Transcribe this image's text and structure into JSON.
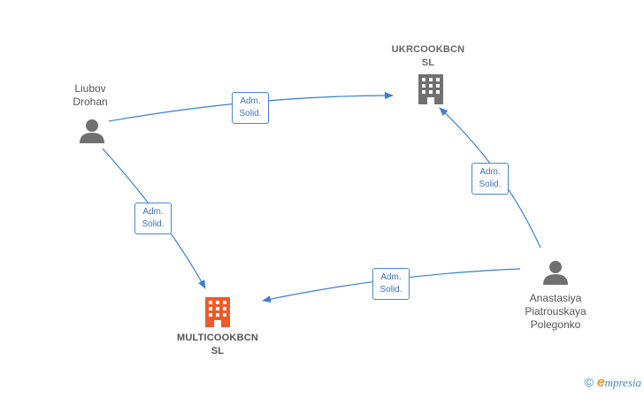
{
  "nodes": {
    "ukrcookbcn": {
      "label": "UKRCOOKBCN\nSL",
      "type": "company",
      "color": "#707070"
    },
    "multicookbcn": {
      "label": "MULTICOOKBCN\nSL",
      "type": "company",
      "color": "#f05a28"
    },
    "liubov": {
      "label": "Liubov\nDrohan",
      "type": "person",
      "color": "#707070"
    },
    "anastasiya": {
      "label": "Anastasiya\nPiatrouskaya\nPolegonko",
      "type": "person",
      "color": "#707070"
    }
  },
  "edges": [
    {
      "from": "Liubov Drohan",
      "to": "UKRCOOKBCN SL",
      "line1": "Adm.",
      "line2": "Solid."
    },
    {
      "from": "Liubov Drohan",
      "to": "MULTICOOKBCN SL",
      "line1": "Adm.",
      "line2": "Solid."
    },
    {
      "from": "Anastasiya Piatrouskaya Polegonko",
      "to": "UKRCOOKBCN SL",
      "line1": "Adm.",
      "line2": "Solid."
    },
    {
      "from": "Anastasiya Piatrouskaya Polegonko",
      "to": "MULTICOOKBCN SL",
      "line1": "Adm.",
      "line2": "Solid."
    }
  ],
  "edge_color": "#3a7fd5",
  "footer": {
    "copyright_symbol": "©",
    "brand_initial": "e",
    "brand_rest": "mpresia"
  }
}
